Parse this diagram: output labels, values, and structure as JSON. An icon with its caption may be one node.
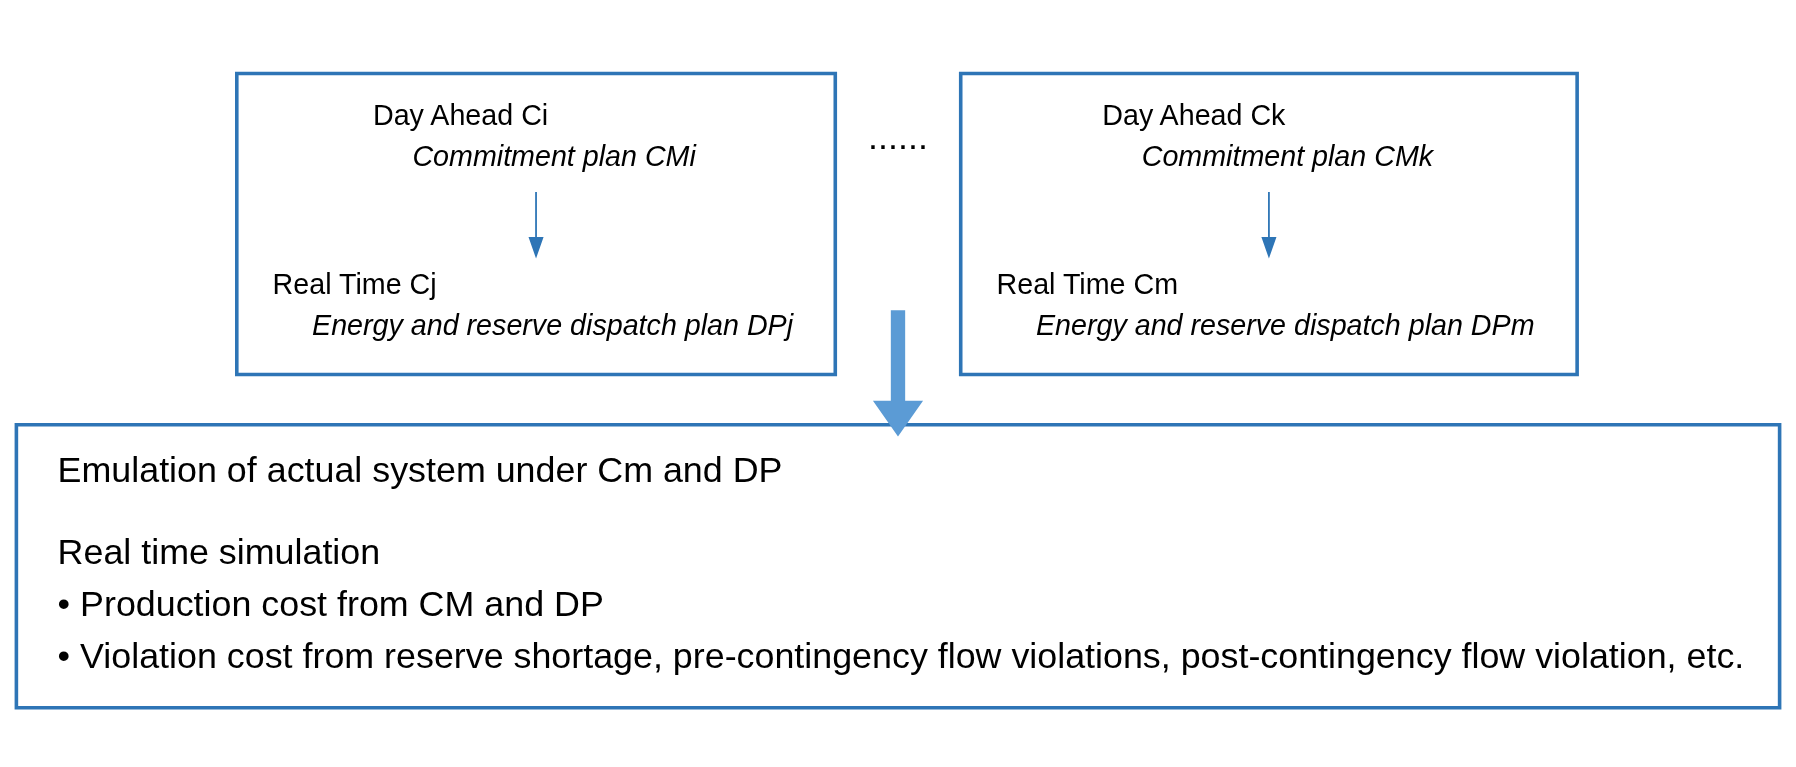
{
  "diagram": {
    "nodes": [
      {
        "text": [],
        "shape": "box"
      },
      {
        "text": [
          "Day Ahead Ci",
          "Commitment plan CMi"
        ],
        "in": 0
      },
      {
        "text": [
          "Real Time Cj",
          "Energy and reserve dispatch plan DPj"
        ],
        "in": 0
      },
      {
        "text": [],
        "shape": "box"
      },
      {
        "text": [
          "Day Ahead Ck",
          "Commitment plan CMk"
        ],
        "in": 3
      },
      {
        "text": [
          "Real Time Cm",
          "Energy and reserve dispatch plan DPm"
        ],
        "in": 3
      },
      {
        "text": [
          "Emulation of actual system under Cm and DP",
          "Real time simulation",
          "• Production cost from CM and DP",
          "• Violation cost from reserve shortage, pre-contingency flow violations, post-contingency flow violation, etc."
        ]
      }
    ],
    "edges": [
      {
        "from": 1,
        "to": 2,
        "arrow": "to"
      },
      {
        "from": 4,
        "to": 5,
        "arrow": "to"
      },
      {
        "from": null,
        "to": 6,
        "arrow": "to",
        "style": "thick"
      }
    ],
    "labels": [
      "......"
    ]
  }
}
